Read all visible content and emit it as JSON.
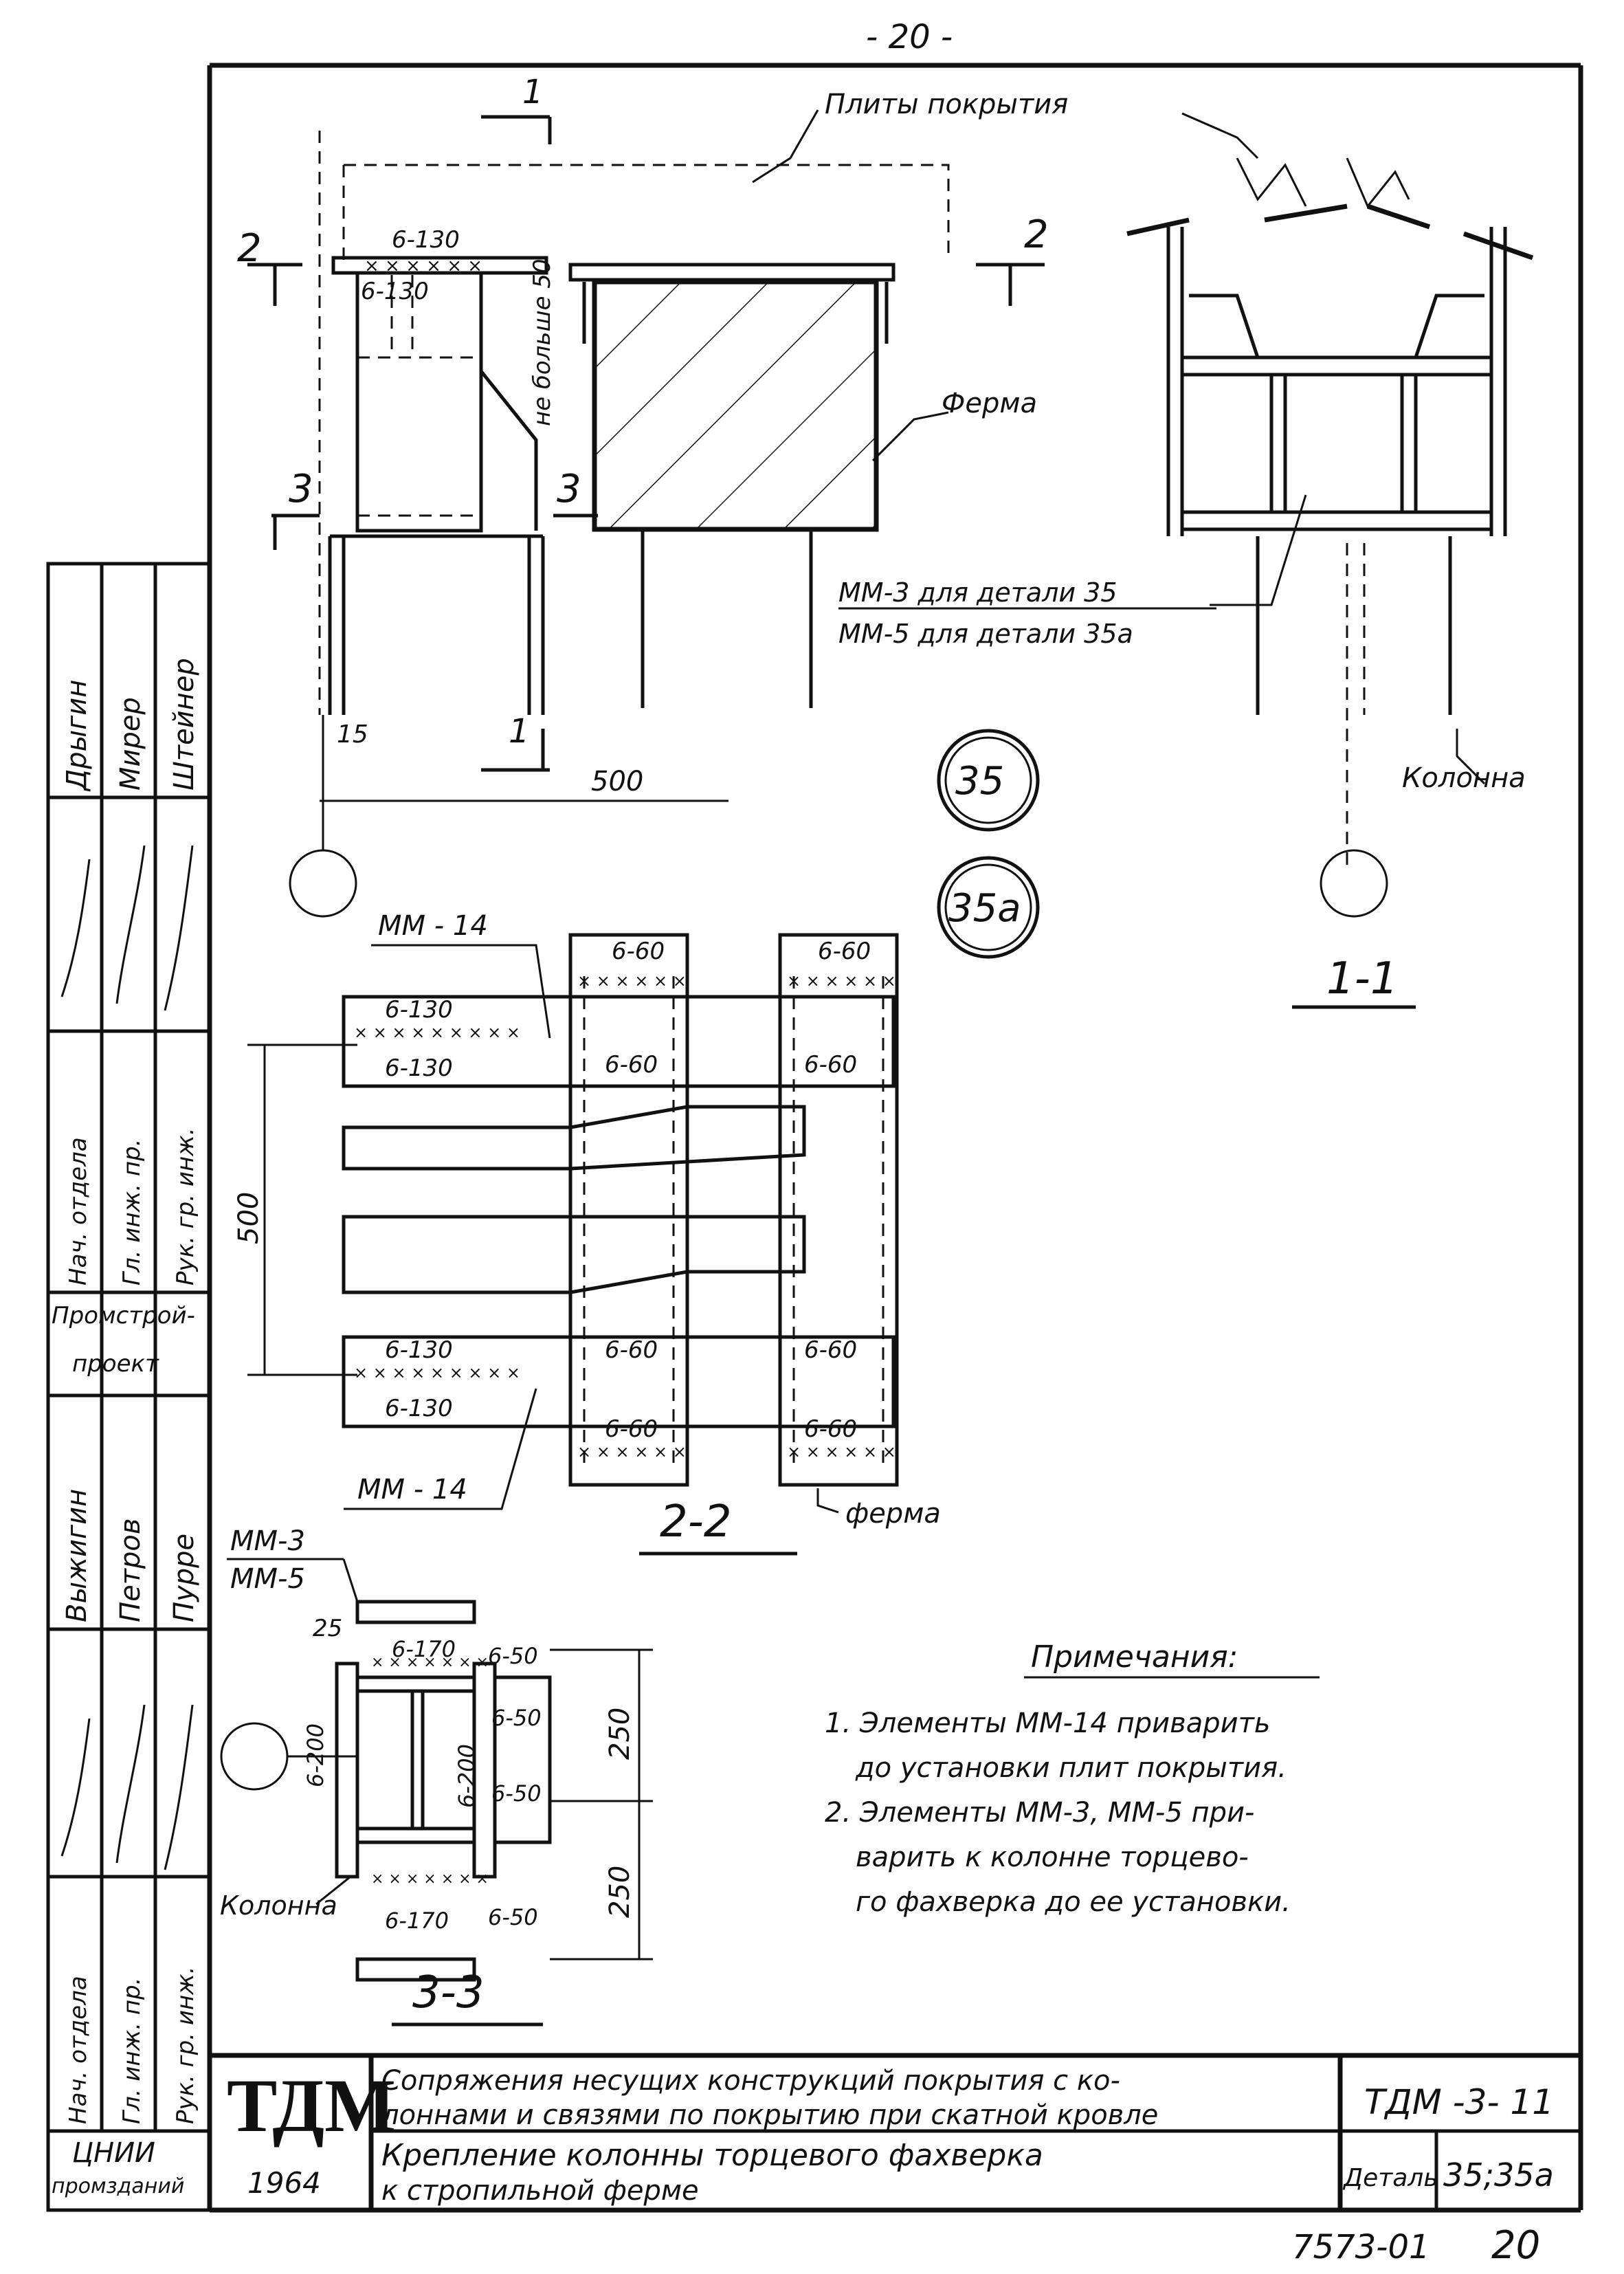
{
  "page_number_top": "- 20 -",
  "label_roof_slabs": "Плиты покрытия",
  "label_truss": "Ферма",
  "label_truss_bottom": "ферма",
  "label_column": "Колонна",
  "label_column_33": "Колонна",
  "label_no_more": "не больше 50",
  "label_mm3_35": "ММ-3 для детали 35",
  "label_mm5_35a": "ММ-5 для детали 35а",
  "label_mm14_top": "ММ - 14",
  "label_mm14_bottom": "ММ - 14",
  "label_mm3": "ММ-3",
  "label_mm5": "ММ-5",
  "detail_35": "35",
  "detail_35a": "35а",
  "section_11": "1-1",
  "section_22": "2-2",
  "section_33": "3-3",
  "cut_1": "1",
  "cut_2": "2",
  "cut_3": "3",
  "dim_500_h": "500",
  "dim_500_v": "500",
  "dim_15": "15",
  "dim_250_a": "250",
  "dim_250_b": "250",
  "dim_25": "25",
  "weld_labels_elev": [
    "6-130",
    "6-130"
  ],
  "weld_labels_22": [
    "6-60",
    "6-60",
    "6-130",
    "6-130",
    "6-60",
    "6-60",
    "6-130",
    "6-130",
    "6-60",
    "6-60",
    "6-60",
    "6-60"
  ],
  "weld_labels_33": [
    "6-170",
    "6-50",
    "6-200",
    "6-200",
    "6-50",
    "6-50",
    "6-170",
    "6-50"
  ],
  "notes": {
    "title": "Примечания:",
    "items": [
      "1. Элементы ММ-14 приварить",
      "до установки плит покрытия.",
      "2. Элементы ММ-3, ММ-5 при-",
      "варить к колонне торцево-",
      "го фахверка до ее установки."
    ]
  },
  "side_stamp": {
    "names_top": [
      "Дрыгин",
      "Мирер",
      "Штейнер"
    ],
    "roles_top": [
      "Нач. отдела",
      "Гл. инж. пр.",
      "Рук. гр. инж."
    ],
    "org": [
      "Промстрой-",
      "проект"
    ],
    "names_bottom": [
      "Выжигин",
      "Петров",
      "Пурре"
    ],
    "roles_bottom": [
      "Нач. отдела",
      "Гл. инж. пр.",
      "Рук. гр. инж."
    ]
  },
  "title_block": {
    "org_left": "ЦНИИ",
    "org_left2": "промзданий",
    "logo": "ТДМ",
    "year": "1964",
    "title1_line1": "Сопряжения несущих конструкций покрытия с ко-",
    "title1_line2": "лоннами и связями по покрытию при скатной кровле",
    "title2_line1": "Крепление колонны торцевого фахверка",
    "title2_line2": "к стропильной ферме",
    "code": "ТДМ -3- 11",
    "detail_label": "Деталь",
    "detail_value": "35;35а"
  },
  "sheet_code": "7573-01",
  "sheet_number": "20"
}
